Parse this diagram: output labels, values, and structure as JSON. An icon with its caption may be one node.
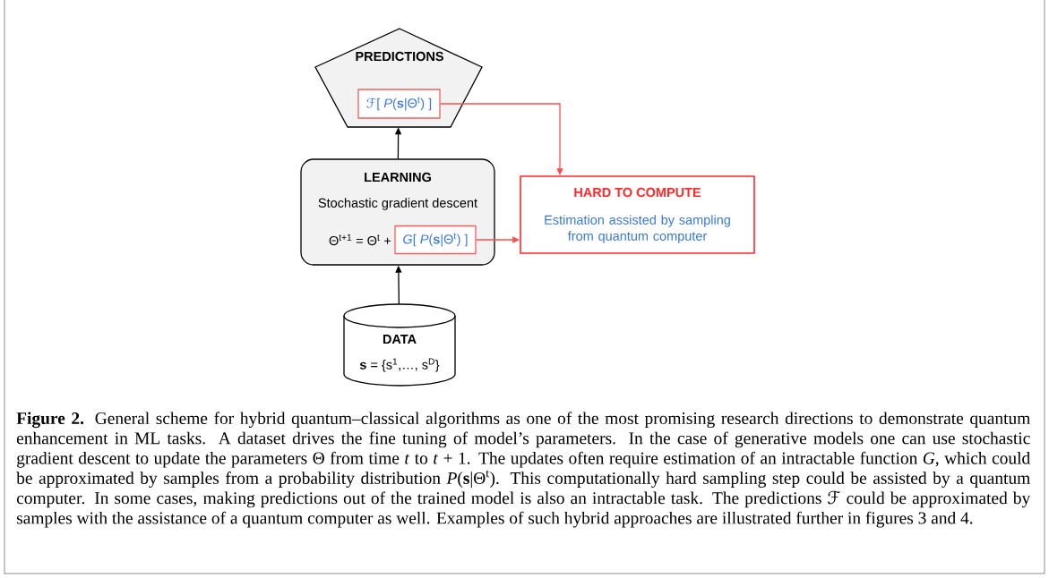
{
  "diagram": {
    "caption": "**Figure 2.** General scheme for hybrid quantum–classical algorithms as one of the most promising research directions to demonstrate quantum enhancement in ML tasks. A dataset drives the fine tuning of model’s parameters. In the case of generative models one can use stochastic gradient descent to update the parameters Θ from time *t* to *t* + 1. The updates often require estimation of an intractable function *G*, which could be approximated by samples from a probability distribution *P*(**s**|Θ$^{t}$). This computationally hard sampling step could be assisted by a quantum computer. In some cases, making predictions out of the trained model is also an intractable task. The predictions ℱ could be approximated by samples with the assistance of a quantum computer as well. Examples of such hybrid approaches are illustrated further in figures 3 and 4.",
    "nodes": [
      {
        "text": [
          "PREDICTIONS"
        ]
      },
      {
        "text": [
          "ℱ[ *P*(**s**|Θ$^{t}$) ]"
        ],
        "in": 0
      },
      {
        "text": [
          "LEARNING",
          "Stochastic gradient descent",
          "Θ$^{t+1}$ = Θ$^{t}$ +"
        ]
      },
      {
        "text": [
          "*G*[ *P*(**s**|Θ$^{t}$) ]"
        ],
        "in": 2
      },
      {
        "text": [
          "HARD TO COMPUTE",
          "Estimation assisted by sampling from quantum computer"
        ]
      },
      {
        "text": [
          "DATA",
          "**s** = {s$^{1}$,…, s$^{D}$}"
        ]
      }
    ],
    "edges": [
      {
        "from": 1,
        "to": 4,
        "arrow": "to",
        "color": "#ff4d4d"
      },
      {
        "from": 3,
        "to": 4,
        "arrow": "to",
        "color": "#ff4d4d"
      },
      {
        "from": 2,
        "to": 0,
        "arrow": "to",
        "color": "#000000"
      },
      {
        "from": 5,
        "to": 2,
        "arrow": "to",
        "color": "#000000"
      }
    ]
  }
}
